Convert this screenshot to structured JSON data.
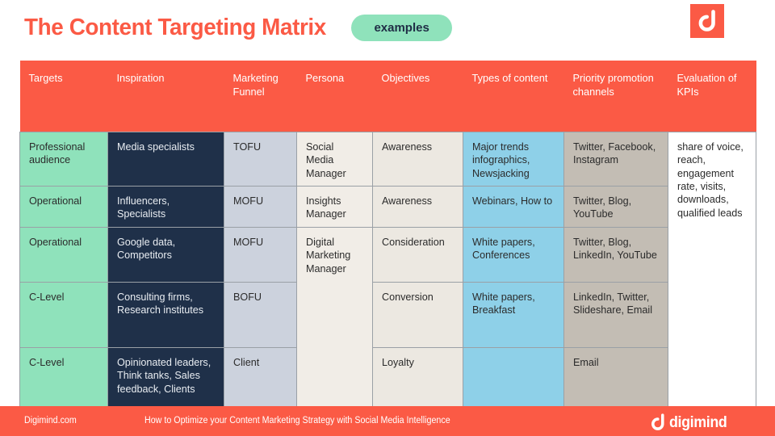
{
  "header": {
    "title": "The Content Targeting Matrix",
    "badge_label": "examples",
    "logo_icon": "digimind-d-logo-icon",
    "title_color": "#fb5a45",
    "badge_color": "#8fe2bb"
  },
  "table": {
    "columns": [
      {
        "key": "targets",
        "label": "Targets",
        "color": "#8fe2bb"
      },
      {
        "key": "inspire",
        "label": "Inspiration",
        "color": "#1f3049"
      },
      {
        "key": "funnel",
        "label": "Marketing Funnel",
        "color": "#ccd2dd"
      },
      {
        "key": "persona",
        "label": "Persona",
        "color": "#f1ede7"
      },
      {
        "key": "object",
        "label": "Objectives",
        "color": "#ece8e1"
      },
      {
        "key": "types",
        "label": "Types of content",
        "color": "#8ed0e8"
      },
      {
        "key": "channels",
        "label": "Priority promotion channels",
        "color": "#c3bdb4"
      },
      {
        "key": "kpi",
        "label": "Evaluation of KPIs",
        "color": "#ffffff"
      }
    ],
    "rows": [
      {
        "targets": "Professional audience",
        "inspire": "Media specialists",
        "funnel": "TOFU",
        "persona": "Social Media Manager",
        "object": "Awareness",
        "types": "Major trends infographics, Newsjacking",
        "channels": "Twitter, Facebook, Instagram",
        "kpi": "share of voice, reach, engagement rate, visits, downloads, qualified leads"
      },
      {
        "targets": "Operational",
        "inspire": "Influencers, Specialists",
        "funnel": "MOFU",
        "persona": "Insights Manager",
        "object": "Awareness",
        "types": "Webinars, How to",
        "channels": "Twitter, Blog, YouTube"
      },
      {
        "targets": "Operational",
        "inspire": "Google data, Competitors",
        "funnel": "MOFU",
        "persona": "Digital Marketing Manager",
        "object": "Consideration",
        "types": "White papers, Conferences",
        "channels": "Twitter, Blog, LinkedIn, YouTube"
      },
      {
        "targets": "C-Level",
        "inspire": "Consulting firms, Research institutes",
        "funnel": "BOFU",
        "persona": "",
        "object": "Conversion",
        "types": "White papers, Breakfast",
        "channels": "LinkedIn, Twitter, Slideshare, Email"
      },
      {
        "targets": "C-Level",
        "inspire": "Opinionated leaders, Think tanks, Sales feedback, Clients",
        "funnel": "Client",
        "persona": "",
        "object": "Loyalty",
        "types": "",
        "channels": "Email"
      }
    ]
  },
  "footer": {
    "site": "Digimind.com",
    "caption": "How to Optimize your Content Marketing Strategy with Social Media Intelligence",
    "brand_name": "digimind",
    "brand_icon": "digimind-d-logo-icon",
    "background_color": "#fb5a45"
  }
}
